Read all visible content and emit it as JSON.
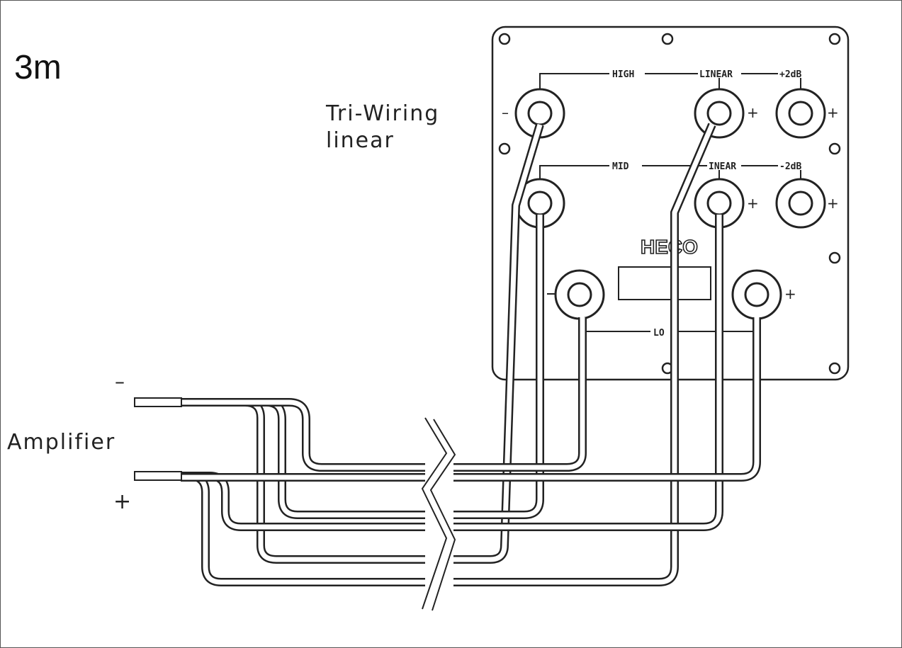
{
  "figure_label": "3m",
  "title_line1": "Tri-Wiring",
  "title_line2": "linear",
  "amplifier": {
    "label": "Amplifier",
    "minus": "–",
    "plus": "+"
  },
  "panel": {
    "brand": "HECO",
    "high_label": "HIGH",
    "mid_label": "MID",
    "lo_label": "LO",
    "linear_top_label": "LINEAR",
    "linear_mid_label": "INEAR",
    "plus2db_label": "+2dB",
    "minus2db_label": "-2dB"
  },
  "terminal_signs": {
    "minus": "–",
    "plus": "+"
  }
}
